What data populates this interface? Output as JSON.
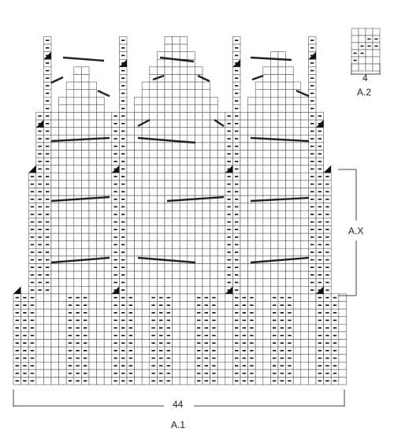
{
  "chart_a1": {
    "name": "A.1",
    "width_label": "44",
    "repeat_label": "A.X"
  },
  "chart_a2": {
    "name": "A.2",
    "width_label": "4"
  }
}
